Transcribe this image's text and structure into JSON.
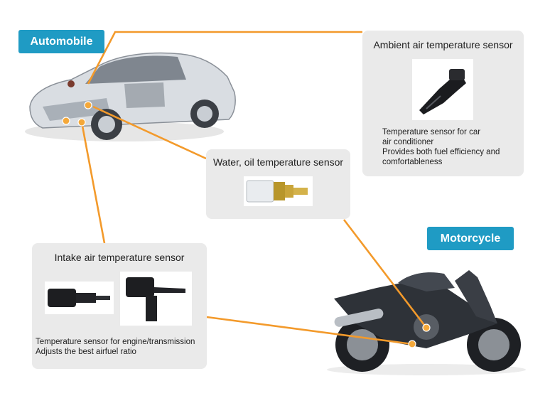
{
  "tags": {
    "automobile": "Automobile",
    "motorcycle": "Motorcycle"
  },
  "cards": {
    "ambient": {
      "title": "Ambient air temperature sensor",
      "lines": [
        "Temperature sensor for car",
        "air conditioner",
        "Provides both fuel efficiency and",
        "comfortableness"
      ]
    },
    "water_oil": {
      "title": "Water, oil temperature sensor"
    },
    "intake": {
      "title": "Intake air temperature sensor",
      "lines": [
        "Temperature sensor for engine/transmission",
        "Adjusts the best airfuel ratio"
      ]
    }
  },
  "colors": {
    "tag_bg": "#1f9bc4",
    "connector": "#f39a2b",
    "card_bg": "#eaeaea"
  }
}
